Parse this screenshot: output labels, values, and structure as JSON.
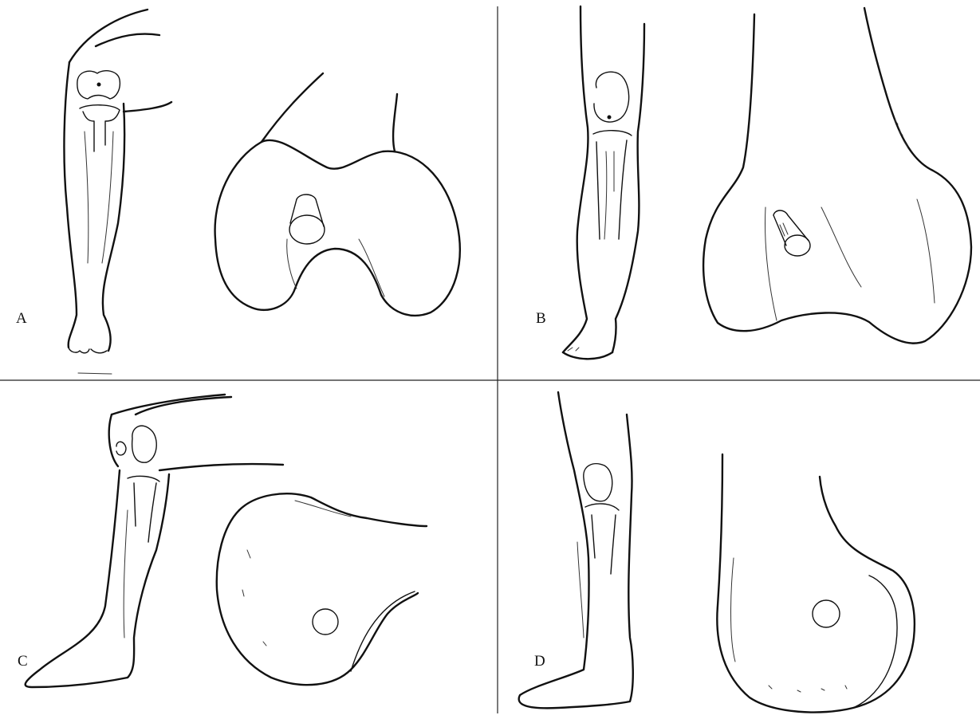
{
  "panels": {
    "a": {
      "label": "A"
    },
    "b": {
      "label": "B"
    },
    "c": {
      "label": "C"
    },
    "d": {
      "label": "D"
    }
  },
  "colors": {
    "ink": "#111111",
    "background": "#ffffff"
  }
}
